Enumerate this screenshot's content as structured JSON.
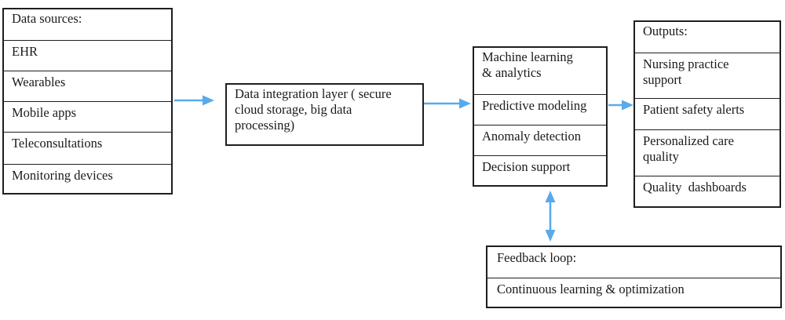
{
  "colors": {
    "arrow": "#58AAEC",
    "border": "#1E1E1E",
    "text": "#1A1A1A",
    "background": "#FFFFFF"
  },
  "diagram": {
    "data_sources": {
      "rows": [
        "Data sources:",
        "EHR",
        "Wearables",
        "Mobile apps",
        "Teleconsultations",
        "Monitoring devices"
      ]
    },
    "integration": {
      "label": "Data integration layer ( secure\ncloud storage, big data\nprocessing)"
    },
    "analytics": {
      "rows": [
        "Machine learning\n& analytics",
        "Predictive modeling",
        "Anomaly detection",
        "Decision support"
      ]
    },
    "outputs": {
      "rows": [
        "Outputs:",
        "Nursing practice\nsupport",
        "Patient safety alerts",
        "Personalized care\nquality",
        "Quality  dashboards"
      ]
    },
    "feedback": {
      "rows": [
        "Feedback loop:",
        "Continuous learning & optimization"
      ]
    }
  }
}
